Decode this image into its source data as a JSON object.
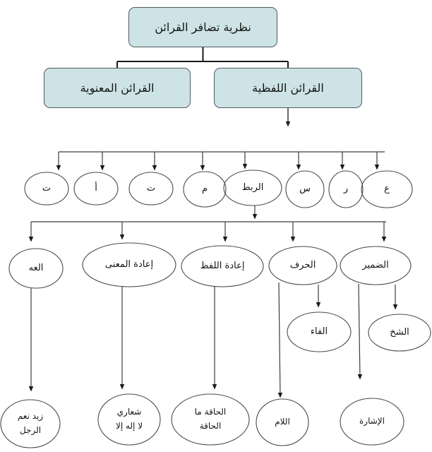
{
  "diagram": {
    "title_note": "",
    "root": {
      "label": "نظرية تضافر القرائن"
    },
    "branches": [
      {
        "label": "القرائن المعنوية"
      },
      {
        "label": "القرائن اللفظية"
      }
    ],
    "letters": [
      {
        "label": "ت"
      },
      {
        "label": "أ"
      },
      {
        "label": "ت"
      },
      {
        "label": "م"
      },
      {
        "label": "الربط"
      },
      {
        "label": "س"
      },
      {
        "label": "ر"
      },
      {
        "label": "ع"
      }
    ],
    "categories": [
      {
        "label": "العه"
      },
      {
        "label": "إعادة المعنى"
      },
      {
        "label": "إعادة اللفظ"
      },
      {
        "label": "الحرف"
      },
      {
        "label": "الضمير"
      }
    ],
    "subnodes": [
      {
        "label": "الفاء"
      },
      {
        "label": "الشخ"
      }
    ],
    "examples": [
      {
        "label": "زيد نعم\nالرجل"
      },
      {
        "label": "شعاري\nلا إله إلا"
      },
      {
        "label": "الحاقة ما\nالحاقة"
      },
      {
        "label": "اللام"
      },
      {
        "label": "الإشارة"
      }
    ],
    "colors": {
      "box_fill": "#cde3e5",
      "box_border": "#4e5a5c",
      "line": "#3c3c3c",
      "tree_line": "#1a1a1a"
    }
  }
}
